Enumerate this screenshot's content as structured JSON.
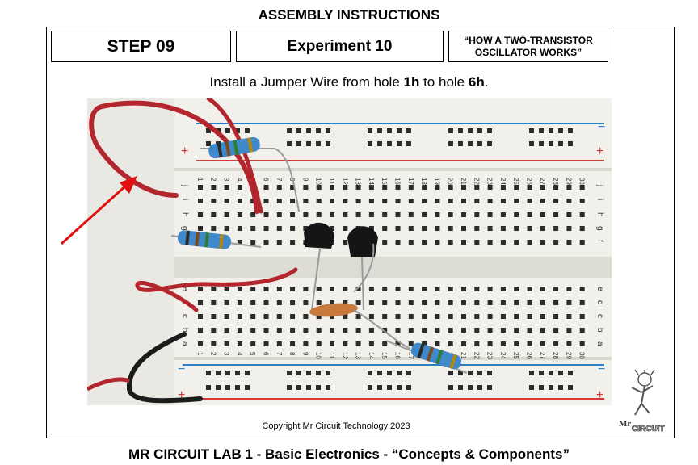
{
  "header": {
    "title": "ASSEMBLY INSTRUCTIONS"
  },
  "step": {
    "label": "STEP 09"
  },
  "experiment": {
    "label": "Experiment 10"
  },
  "topic": {
    "label": "“HOW A TWO-TRANSISTOR\nOSCILLATOR WORKS”"
  },
  "instruction": {
    "prefix": "Install a Jumper Wire from hole ",
    "hole_start": "1h",
    "middle": " to hole ",
    "hole_end": "6h",
    "suffix": "."
  },
  "breadboard": {
    "column_numbers": [
      "1",
      "2",
      "3",
      "4",
      "5",
      "6",
      "7",
      "8",
      "9",
      "10",
      "11",
      "12",
      "13",
      "14",
      "15",
      "16",
      "17",
      "18",
      "19",
      "20",
      "21",
      "22",
      "23",
      "24",
      "25",
      "26",
      "27",
      "28",
      "29",
      "30"
    ],
    "upper_row_letters": [
      "j",
      "i",
      "h",
      "g",
      "f"
    ],
    "lower_row_letters": [
      "e",
      "d",
      "c",
      "b",
      "a"
    ],
    "rail_plus": "+",
    "rail_minus": "−"
  },
  "footer": {
    "copyright": "Copyright Mr Circuit Technology 2023",
    "title": "MR CIRCUIT LAB 1 - Basic Electronics - “Concepts & Components”"
  },
  "logo": {
    "text_mr": "Mr",
    "text_circuit": "CIRCUIT"
  },
  "colors": {
    "wire_red": "#b3262e",
    "rail_red": "#d23a35",
    "rail_blue": "#2f7fc0",
    "arrow": "#e01010"
  }
}
